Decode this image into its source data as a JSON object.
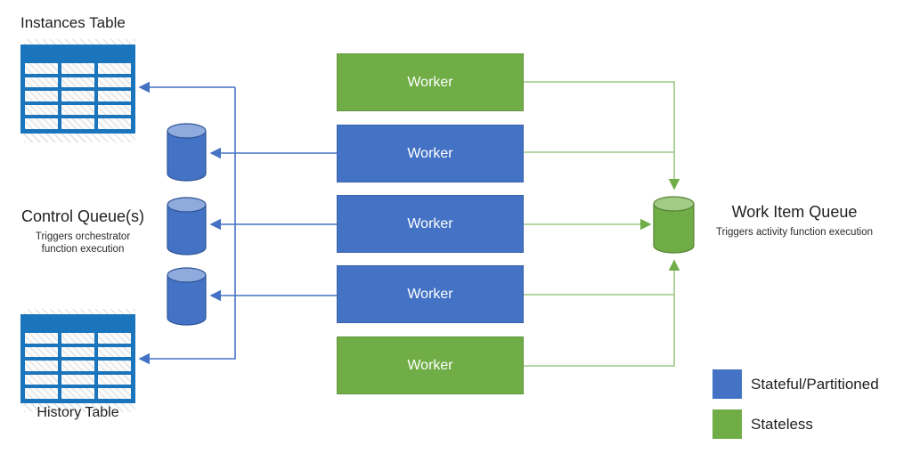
{
  "diagram": {
    "instances_table": {
      "label": "Instances Table"
    },
    "history_table": {
      "label": "History Table"
    },
    "control_queues": {
      "title": "Control Queue(s)",
      "subtitle_line1": "Triggers orchestrator",
      "subtitle_line2": "function execution"
    },
    "work_item_queue": {
      "title": "Work Item Queue",
      "subtitle": "Triggers activity function execution"
    },
    "workers": [
      {
        "label": "Worker",
        "type": "stateless"
      },
      {
        "label": "Worker",
        "type": "stateful"
      },
      {
        "label": "Worker",
        "type": "stateful"
      },
      {
        "label": "Worker",
        "type": "stateful"
      },
      {
        "label": "Worker",
        "type": "stateless"
      }
    ],
    "legend": [
      {
        "label": "Stateful/Partitioned",
        "color": "#4472C4"
      },
      {
        "label": "Stateless",
        "color": "#70AD47"
      }
    ],
    "colors": {
      "stateful_blue": "#4472C4",
      "stateless_green": "#70AD47",
      "table_blue": "#1B75BC",
      "blue_connector": "#4472C4",
      "green_connector": "#9CC883",
      "green_arrowhead": "#70AD47",
      "cylinder_blue_top": "#8FAADC",
      "cylinder_blue_stroke": "#2F5597",
      "cylinder_green_top": "#A2CB85",
      "cylinder_green_stroke": "#548235"
    }
  }
}
